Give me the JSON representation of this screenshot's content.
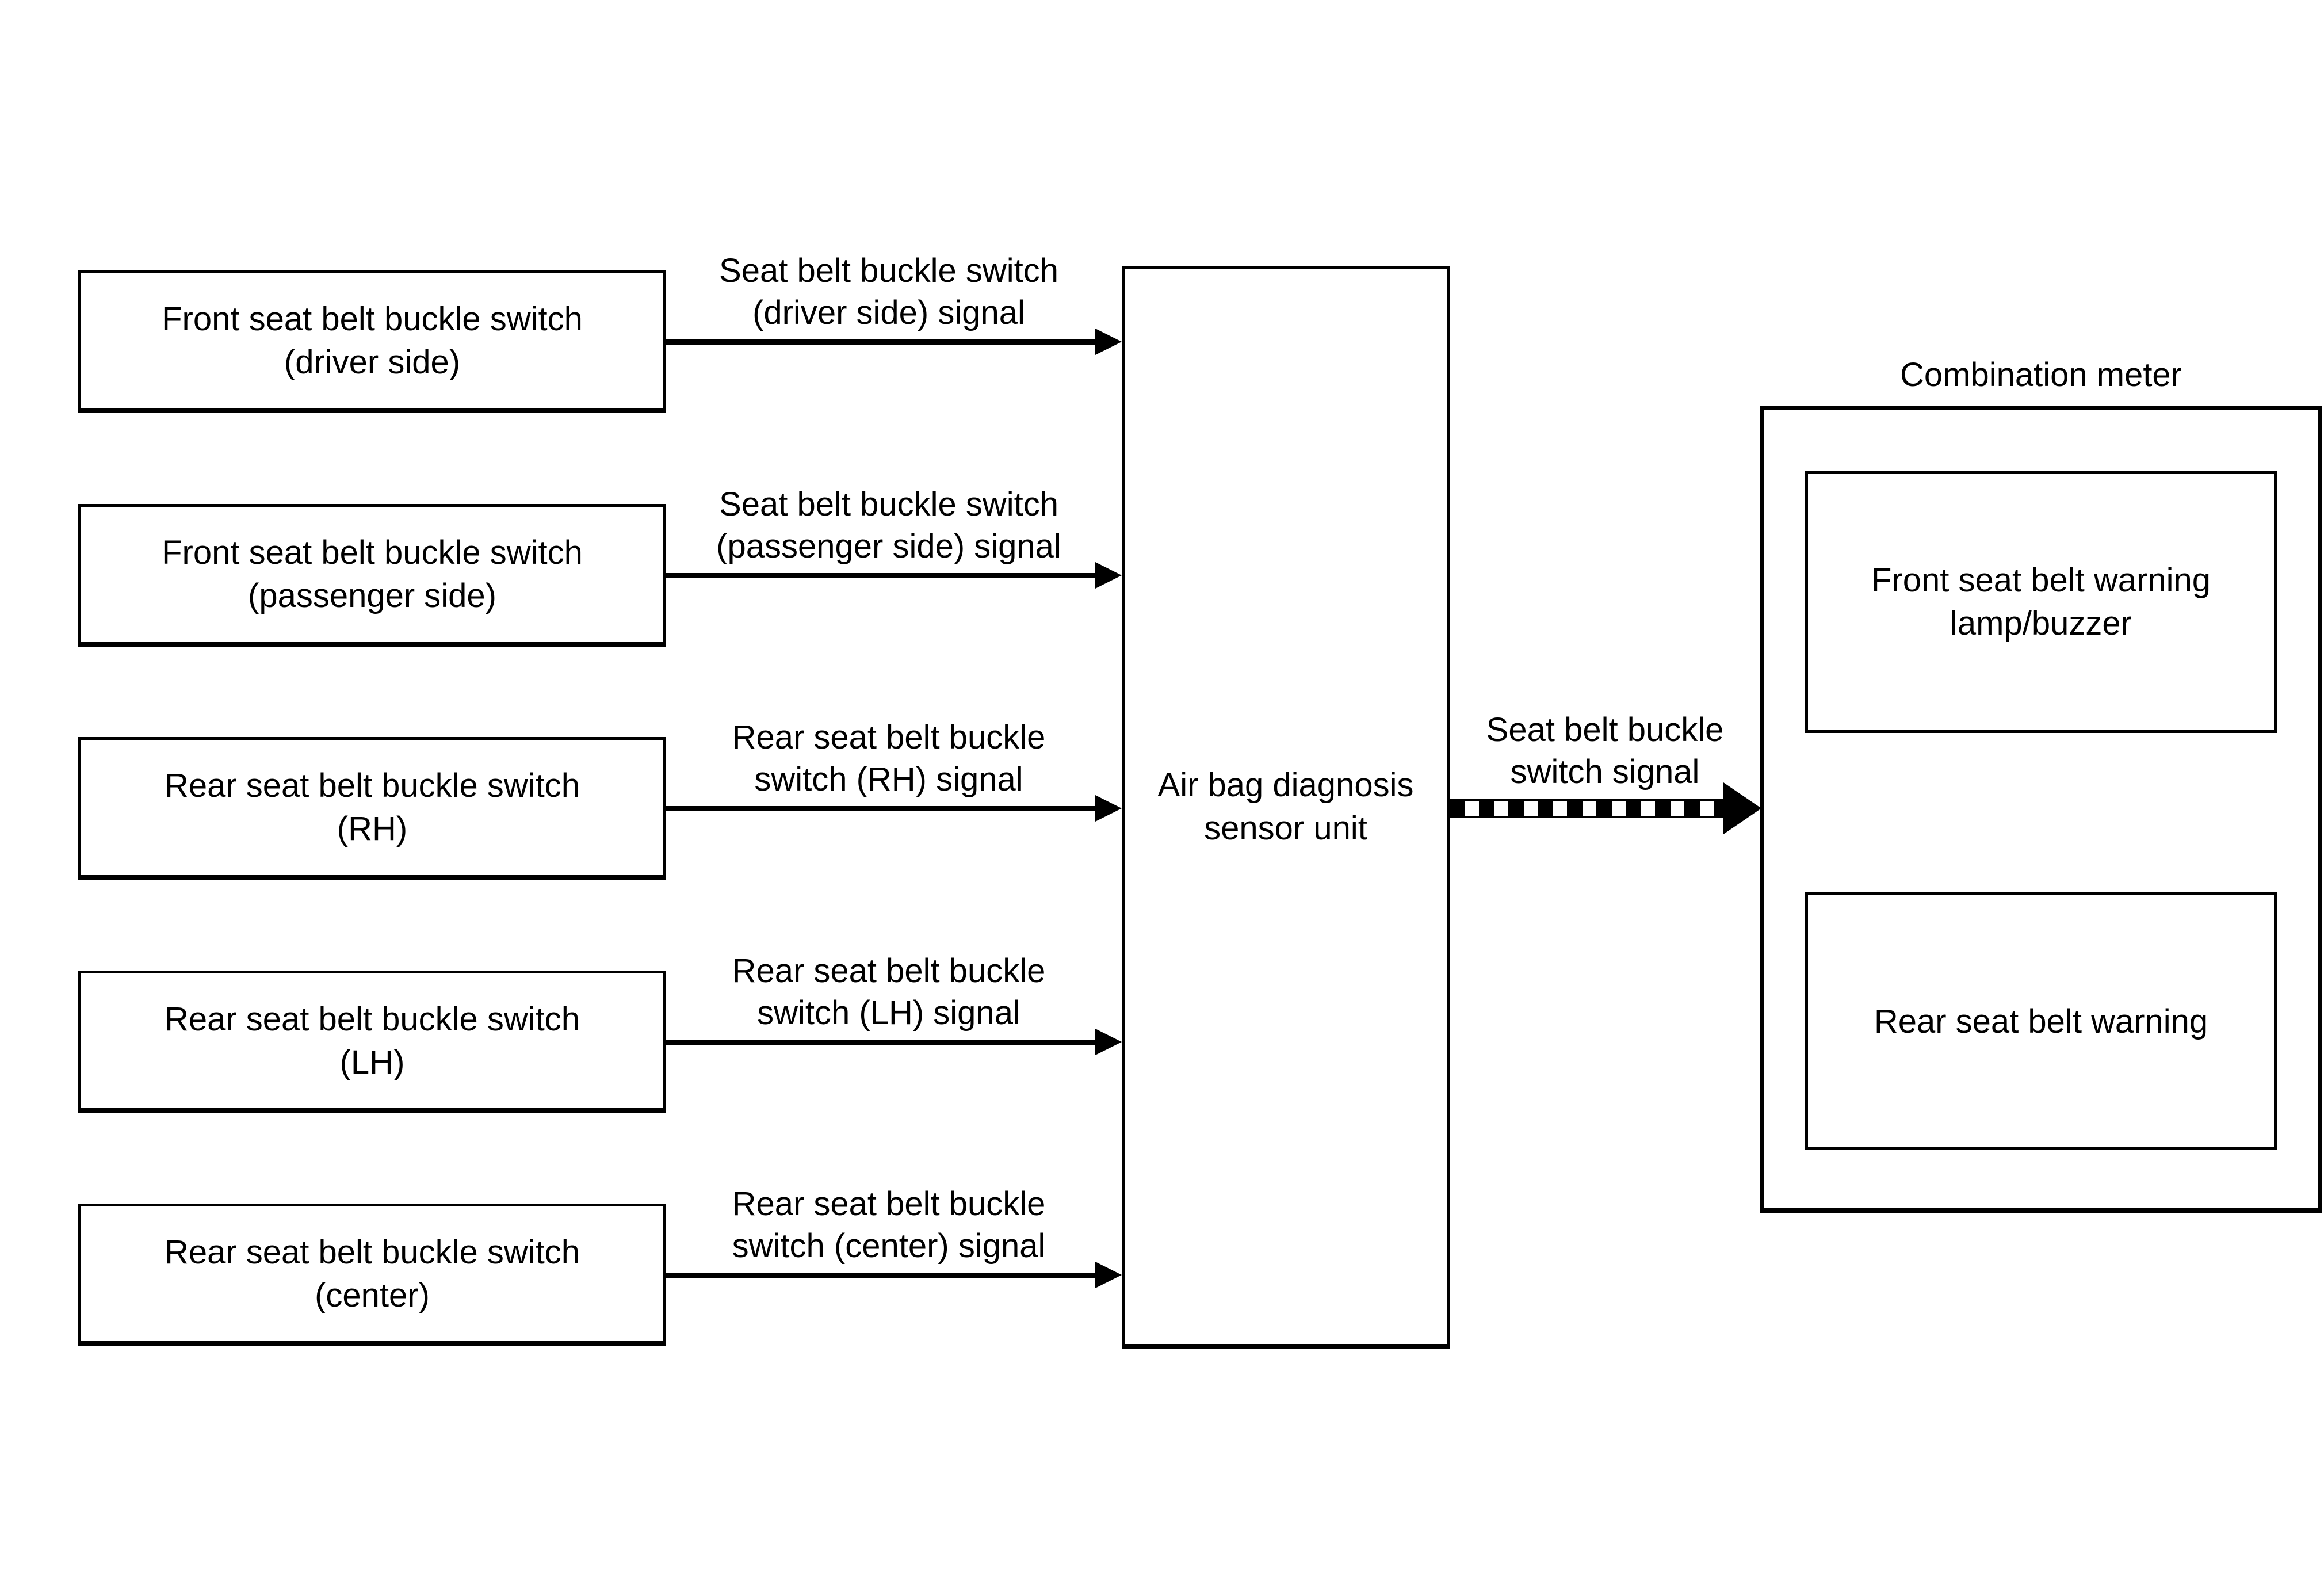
{
  "sources": [
    {
      "label": "Front seat belt buckle switch\n(driver side)",
      "signal": "Seat belt buckle switch\n(driver side) signal"
    },
    {
      "label": "Front seat belt buckle switch\n(passenger side)",
      "signal": "Seat belt buckle switch\n(passenger side) signal"
    },
    {
      "label": "Rear seat belt buckle switch\n(RH)",
      "signal": "Rear seat belt buckle\nswitch (RH) signal"
    },
    {
      "label": "Rear seat belt buckle switch\n(LH)",
      "signal": "Rear seat belt buckle\nswitch (LH) signal"
    },
    {
      "label": "Rear seat belt buckle switch\n(center)",
      "signal": "Rear seat belt buckle\nswitch (center) signal"
    }
  ],
  "unit": {
    "label": "Air bag diagnosis\nsensor unit"
  },
  "bus": {
    "label": "Seat belt buckle\nswitch signal"
  },
  "meter": {
    "title": "Combination meter",
    "outputs": [
      {
        "label": "Front seat belt warning\nlamp/buzzer"
      },
      {
        "label": "Rear seat belt warning"
      }
    ]
  },
  "colors": {
    "line": "#000000",
    "background": "#ffffff",
    "text": "#000000"
  }
}
